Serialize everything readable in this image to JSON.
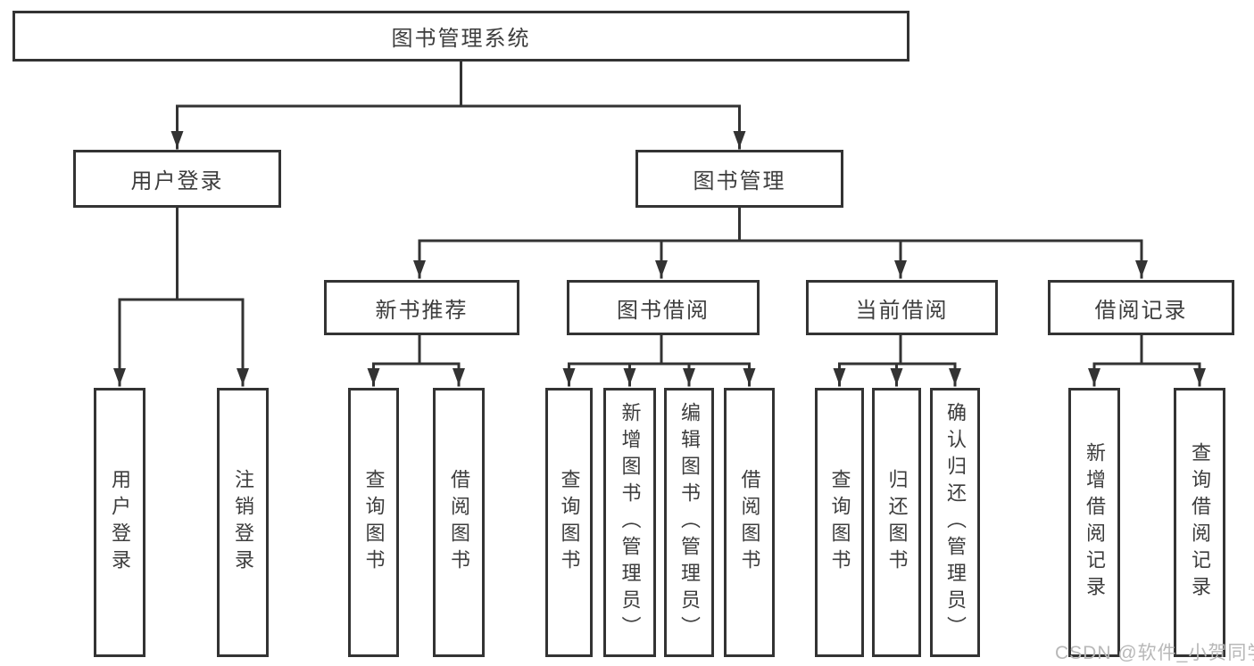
{
  "tree": {
    "label": "图书管理系统",
    "children": [
      {
        "label": "用户登录",
        "children": [
          {
            "label": "用户登录"
          },
          {
            "label": "注销登录"
          }
        ]
      },
      {
        "label": "图书管理",
        "children": [
          {
            "label": "新书推荐",
            "children": [
              {
                "label": "查询图书"
              },
              {
                "label": "借阅图书"
              }
            ]
          },
          {
            "label": "图书借阅",
            "children": [
              {
                "label": "查询图书"
              },
              {
                "label": "新增图书（管理员）"
              },
              {
                "label": "编辑图书（管理员）"
              },
              {
                "label": "借阅图书"
              }
            ]
          },
          {
            "label": "当前借阅",
            "children": [
              {
                "label": "查询图书"
              },
              {
                "label": "归还图书"
              },
              {
                "label": "确认归还（管理员）"
              }
            ]
          },
          {
            "label": "借阅记录",
            "children": [
              {
                "label": "新增借阅记录"
              },
              {
                "label": "查询借阅记录"
              }
            ]
          }
        ]
      }
    ]
  },
  "watermark": "CSDN @软件_小贺同学",
  "colors": {
    "line": "#333333",
    "text": "#3d3d3d",
    "watermark": "#b8b8b8",
    "background": "#ffffff"
  }
}
